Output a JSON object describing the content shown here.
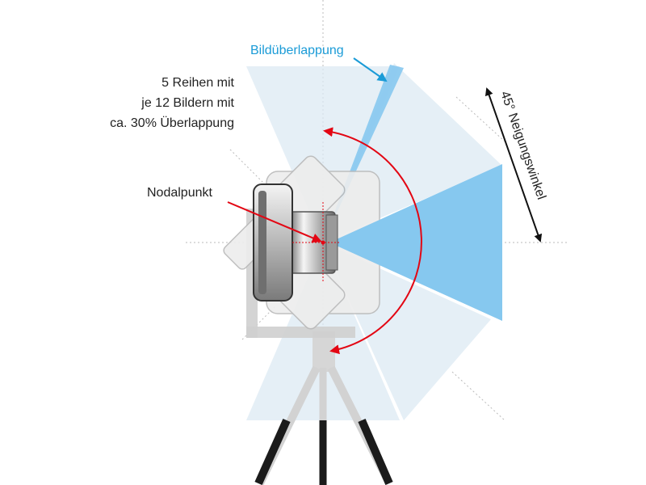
{
  "labels": {
    "overlap": "Bildüberlappung",
    "rows_line1": "5 Reihen mit",
    "rows_line2": "je 12 Bildern mit",
    "rows_line3": "ca. 30% Überlappung",
    "nodal_point": "Nodalpunkt",
    "tilt_angle": "45° Neigungswinkel"
  },
  "colors": {
    "overlap_text": "#1a9bd7",
    "arrow_red": "#e30613",
    "fov_light": "#dce9f3",
    "fov_strong": "#86c8ef",
    "text": "#222222"
  }
}
